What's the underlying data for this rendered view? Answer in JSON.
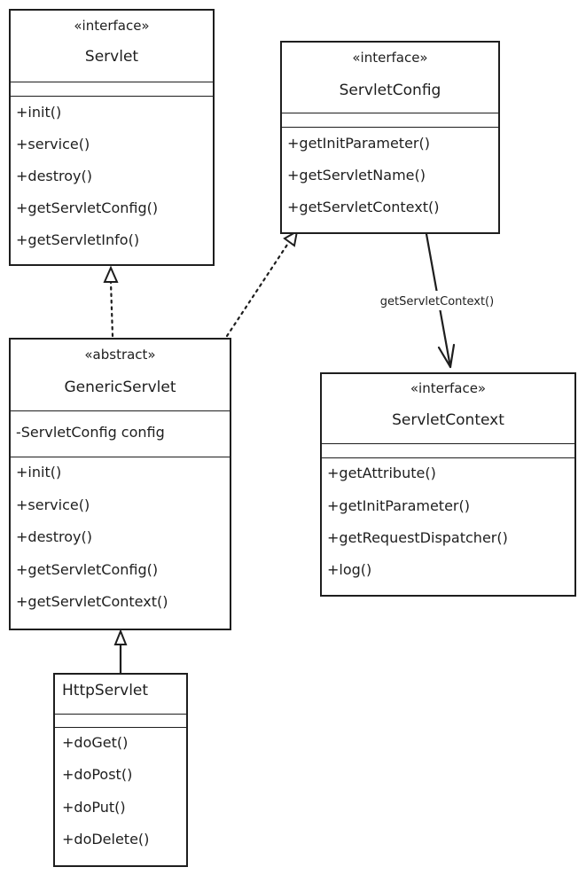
{
  "servlet": {
    "stereotype": "«interface»",
    "name": "Servlet",
    "methods": [
      "+init()",
      "+service()",
      "+destroy()",
      "+getServletConfig()",
      "+getServletInfo()"
    ]
  },
  "servlet_config": {
    "stereotype": "«interface»",
    "name": "ServletConfig",
    "methods": [
      "+getInitParameter()",
      "+getServletName()",
      "+getServletContext()"
    ]
  },
  "generic_servlet": {
    "stereotype": "«abstract»",
    "name": "GenericServlet",
    "fields": [
      "-ServletConfig config"
    ],
    "methods": [
      "+init()",
      "+service()",
      "+destroy()",
      "+getServletConfig()",
      "+getServletContext()"
    ]
  },
  "servlet_context": {
    "stereotype": "«interface»",
    "name": "ServletContext",
    "methods": [
      "+getAttribute()",
      "+getInitParameter()",
      "+getRequestDispatcher()",
      "+log()"
    ]
  },
  "http_servlet": {
    "name": "HttpServlet",
    "methods": [
      "+doGet()",
      "+doPost()",
      "+doPut()",
      "+doDelete()"
    ]
  },
  "edges": {
    "config_to_context_label": "getServletContext()"
  },
  "colors": {
    "stroke": "#1e1e1e",
    "background": "#ffffff"
  }
}
